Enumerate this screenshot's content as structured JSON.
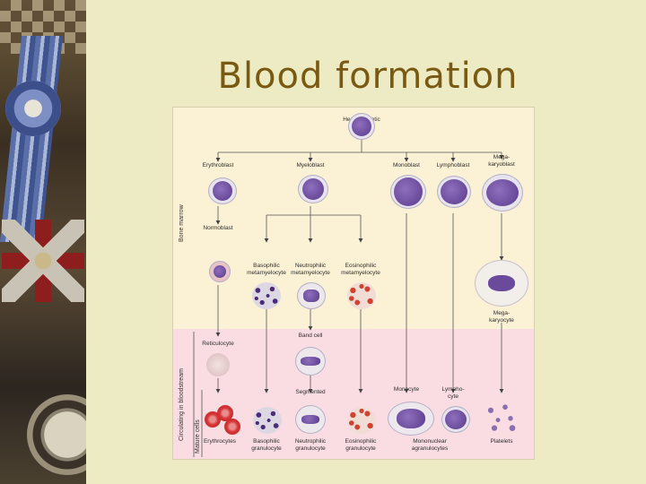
{
  "slide": {
    "title": "Blood formation"
  },
  "diagram": {
    "zones": {
      "bone_marrow": "Bone marrow",
      "circulating": "Circulating in bloodstream",
      "mature": "Mature cells"
    },
    "cells": {
      "stem": "Hematopoietic\nstem cell",
      "erythroblast": "Erythroblast",
      "myeloblast": "Myeloblast",
      "monoblast": "Monoblast",
      "lymphoblast": "Lymphoblast",
      "megakaryoblast": "Mega-\nkaryoblast",
      "normoblast": "Normoblast",
      "baso_meta": "Basophilic\nmetamyelocyte",
      "neutro_meta": "Neutrophilic\nmetamyelocyte",
      "eosino_meta": "Eosinophilic\nmetamyelocyte",
      "megakaryocyte": "Mega-\nkaryocyte",
      "reticulocyte": "Reticulocyte",
      "band": "Band cell",
      "segmented": "Segmented",
      "monocyte": "Monocyte",
      "lymphocyte": "Lympho-\ncyte",
      "erythrocytes": "Erythrocytes",
      "baso_gran": "Basophilic\ngranulocyte",
      "neutro_gran": "Neutrophilic\ngranulocyte",
      "eosino_gran": "Eosinophilic\ngranulocyte",
      "mono_agran": "Mononuclear\nagranulocytes",
      "platelets": "Platelets"
    }
  }
}
